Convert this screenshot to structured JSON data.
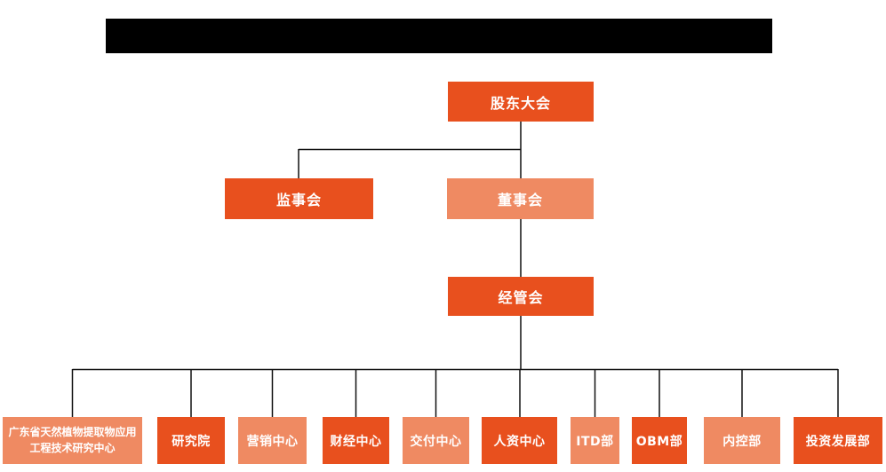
{
  "title_bar": {
    "text": "",
    "color": "#000000",
    "note": "solid black redacted bar, no visible text"
  },
  "colors": {
    "dark_orange": "#e8501e",
    "light_orange": "#ef8a62",
    "line": "#111111",
    "node_text": "#ffffff",
    "background": "#ffffff"
  },
  "org_chart": {
    "type": "org-hierarchy",
    "nodes": {
      "shareholders": {
        "label": "股东大会",
        "variant": "dark"
      },
      "supervisory": {
        "label": "监事会",
        "variant": "dark"
      },
      "board": {
        "label": "董事会",
        "variant": "light"
      },
      "management": {
        "label": "经管会",
        "variant": "dark"
      },
      "research_center": {
        "label": "广东省天然植物提取物应用工程技术研究中心",
        "variant": "light"
      },
      "research_institute": {
        "label": "研究院",
        "variant": "dark"
      },
      "marketing": {
        "label": "营销中心",
        "variant": "light"
      },
      "finance": {
        "label": "财经中心",
        "variant": "dark"
      },
      "delivery": {
        "label": "交付中心",
        "variant": "light"
      },
      "hr": {
        "label": "人资中心",
        "variant": "dark"
      },
      "itd": {
        "label": "ITD部",
        "variant": "light"
      },
      "obm": {
        "label": "OBM部",
        "variant": "dark"
      },
      "internal_control": {
        "label": "内控部",
        "variant": "light"
      },
      "investment": {
        "label": "投资发展部",
        "variant": "dark"
      }
    },
    "edges": [
      [
        "股东大会",
        "监事会"
      ],
      [
        "股东大会",
        "董事会"
      ],
      [
        "董事会",
        "经管会"
      ],
      [
        "经管会",
        "广东省天然植物提取物应用工程技术研究中心"
      ],
      [
        "经管会",
        "研究院"
      ],
      [
        "经管会",
        "营销中心"
      ],
      [
        "经管会",
        "财经中心"
      ],
      [
        "经管会",
        "交付中心"
      ],
      [
        "经管会",
        "人资中心"
      ],
      [
        "经管会",
        "ITD部"
      ],
      [
        "经管会",
        "OBM部"
      ],
      [
        "经管会",
        "内控部"
      ],
      [
        "经管会",
        "投资发展部"
      ]
    ]
  }
}
